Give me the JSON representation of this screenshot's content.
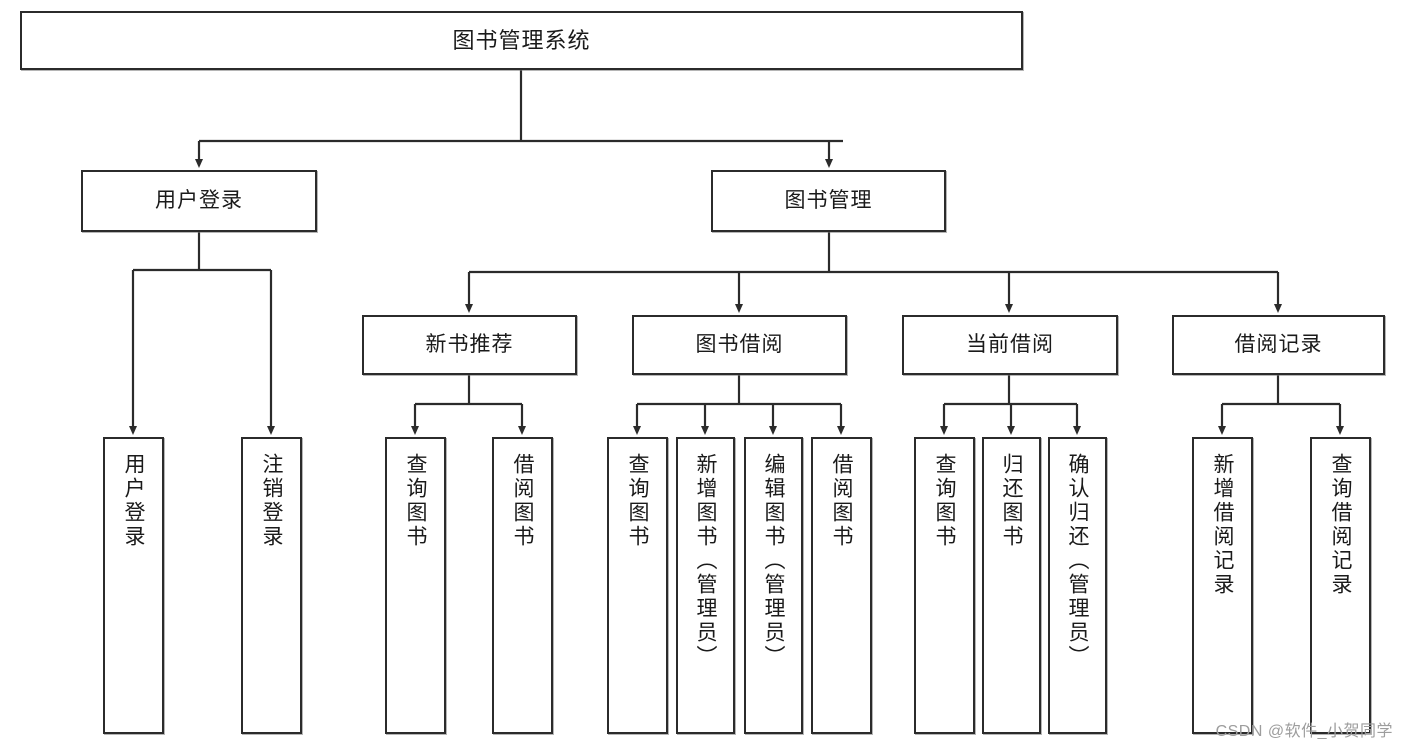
{
  "diagram": {
    "type": "tree-hierarchy",
    "title": "图书管理系统",
    "watermark": "CSDN @软件_小贺同学",
    "colors": {
      "stroke": "#2b2b2b",
      "fill": "#ffffff",
      "text": "#1a1a1a",
      "watermark": "#9d9d9d"
    },
    "root": {
      "id": "root",
      "label": "图书管理系统"
    },
    "level2": [
      {
        "id": "user-login",
        "label": "用户登录"
      },
      {
        "id": "book-manage",
        "label": "图书管理"
      }
    ],
    "level3": [
      {
        "id": "new-book-rec",
        "label": "新书推荐"
      },
      {
        "id": "book-borrow",
        "label": "图书借阅"
      },
      {
        "id": "current-borrow",
        "label": "当前借阅"
      },
      {
        "id": "borrow-record",
        "label": "借阅记录"
      }
    ],
    "leaves": {
      "user-login": [
        {
          "id": "leaf-user-login",
          "label": "用户登录"
        },
        {
          "id": "leaf-logout-login",
          "label": "注销登录"
        }
      ],
      "new-book-rec": [
        {
          "id": "leaf-query-book-1",
          "label": "查询图书"
        },
        {
          "id": "leaf-borrow-book-1",
          "label": "借阅图书"
        }
      ],
      "book-borrow": [
        {
          "id": "leaf-query-book-2",
          "label": "查询图书"
        },
        {
          "id": "leaf-add-book",
          "label": "新增图书（管理员）"
        },
        {
          "id": "leaf-edit-book",
          "label": "编辑图书（管理员）"
        },
        {
          "id": "leaf-borrow-book-2",
          "label": "借阅图书"
        }
      ],
      "current-borrow": [
        {
          "id": "leaf-query-book-3",
          "label": "查询图书"
        },
        {
          "id": "leaf-return-book",
          "label": "归还图书"
        },
        {
          "id": "leaf-confirm-return",
          "label": "确认归还（管理员）"
        }
      ],
      "borrow-record": [
        {
          "id": "leaf-add-record",
          "label": "新增借阅记录"
        },
        {
          "id": "leaf-query-record",
          "label": "查询借阅记录"
        }
      ]
    }
  }
}
